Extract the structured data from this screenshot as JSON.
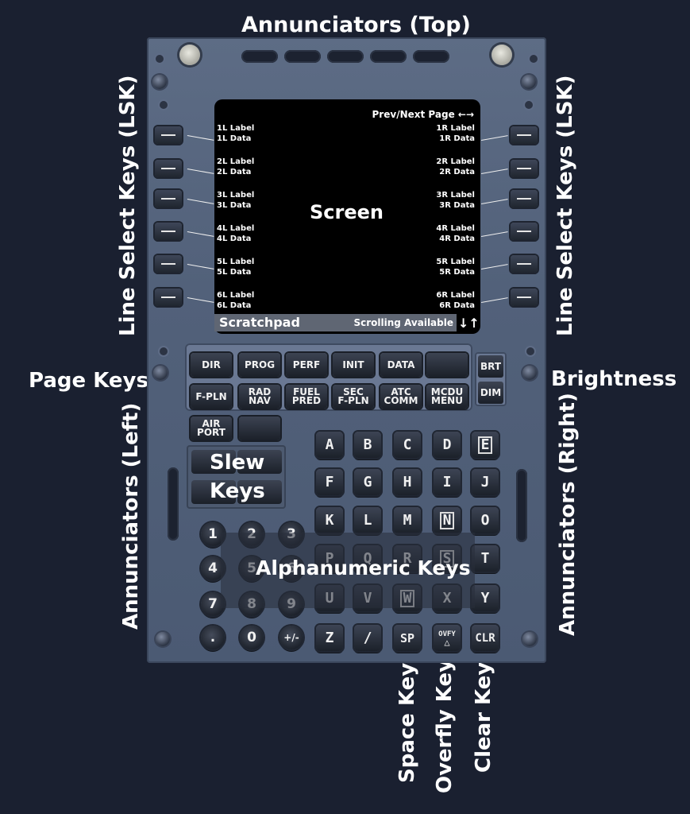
{
  "callouts": {
    "top": "Annunciators (Top)",
    "lsk_left": "Line Select Keys (LSK)",
    "lsk_right": "Line Select Keys (LSK)",
    "page_keys": "Page Keys",
    "brightness": "Brightness",
    "ann_left": "Annunciators (Left)",
    "ann_right": "Annunciators (Right)",
    "space_key": "Space Key",
    "overfly_key": "Overfly Key",
    "clear_key": "Clear Key",
    "slew_line1": "Slew",
    "slew_line2": "Keys",
    "alphanumeric": "Alphanumeric Keys"
  },
  "screen": {
    "title": "Screen",
    "prev_next": "Prev/Next Page ←→",
    "scratchpad": "Scratchpad",
    "scrolling": "Scrolling Available",
    "scroll_arrows": "↓↑",
    "lines": [
      {
        "l_label": "1L Label",
        "l_data": "1L Data",
        "r_label": "1R Label",
        "r_data": "1R Data"
      },
      {
        "l_label": "2L Label",
        "l_data": "2L Data",
        "r_label": "2R Label",
        "r_data": "2R Data"
      },
      {
        "l_label": "3L Label",
        "l_data": "3L Data",
        "r_label": "3R Label",
        "r_data": "3R Data"
      },
      {
        "l_label": "4L Label",
        "l_data": "4L Data",
        "r_label": "4R Label",
        "r_data": "4R Data"
      },
      {
        "l_label": "5L Label",
        "l_data": "5L Data",
        "r_label": "5R Label",
        "r_data": "5R Data"
      },
      {
        "l_label": "6L Label",
        "l_data": "6L Data",
        "r_label": "6R Label",
        "r_data": "6R Data"
      }
    ]
  },
  "function_keys": {
    "row1": [
      "DIR",
      "PROG",
      "PERF",
      "INIT",
      "DATA",
      ""
    ],
    "row2": [
      "F-PLN",
      "RAD\nNAV",
      "FUEL\nPRED",
      "SEC\nF-PLN",
      "ATC\nCOMM",
      "MCDU\nMENU"
    ],
    "row3": [
      "AIR\nPORT",
      ""
    ],
    "brt": "BRT",
    "dim": "DIM"
  },
  "alpha_keys": [
    [
      "A",
      "B",
      "C",
      "D",
      "E"
    ],
    [
      "F",
      "G",
      "H",
      "I",
      "J"
    ],
    [
      "K",
      "L",
      "M",
      "N",
      "O"
    ],
    [
      "P",
      "Q",
      "R",
      "S",
      "T"
    ],
    [
      "U",
      "V",
      "W",
      "X",
      "Y"
    ],
    [
      "Z",
      "/",
      "SP",
      "OVFY",
      "CLR"
    ]
  ],
  "numeric_keys": [
    [
      "1",
      "2",
      "3"
    ],
    [
      "4",
      "5",
      "6"
    ],
    [
      "7",
      "8",
      "9"
    ],
    [
      ".",
      "0",
      "+/-"
    ]
  ]
}
